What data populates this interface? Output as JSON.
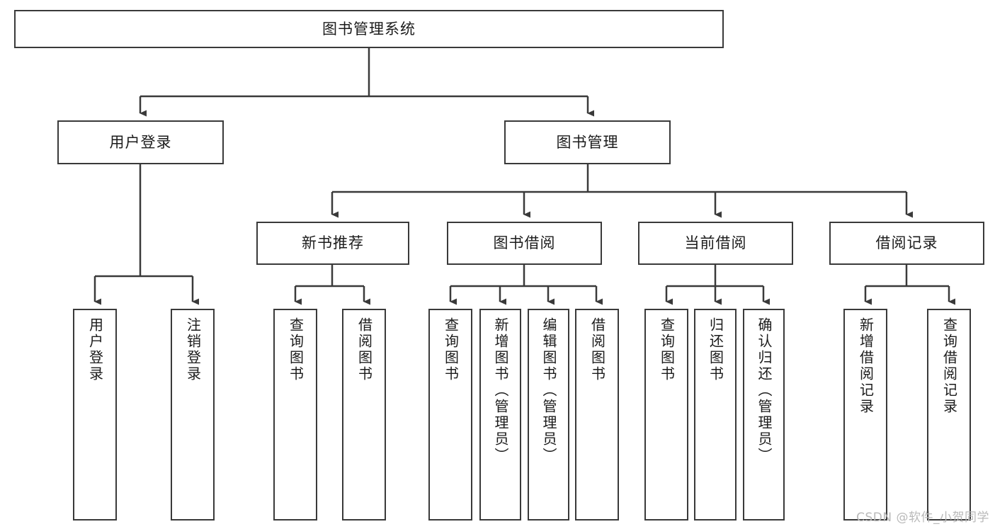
{
  "diagram": {
    "type": "hierarchy-tree",
    "title": "图书管理系统",
    "watermark": "CSDN @软件_小贺同学",
    "colors": {
      "stroke": "#3a3a3a",
      "fill": "#ffffff",
      "text": "#1b1b1b",
      "watermark": "#b9b9b9"
    },
    "levels": {
      "root": {
        "label": "图书管理系统"
      },
      "level2": [
        {
          "id": "user-login",
          "label": "用户登录"
        },
        {
          "id": "book-manage",
          "label": "图书管理"
        }
      ],
      "level3": [
        {
          "id": "new-book-rec",
          "label": "新书推荐",
          "parent": "book-manage"
        },
        {
          "id": "book-borrow",
          "label": "图书借阅",
          "parent": "book-manage"
        },
        {
          "id": "current-borrow",
          "label": "当前借阅",
          "parent": "book-manage"
        },
        {
          "id": "borrow-record",
          "label": "借阅记录",
          "parent": "book-manage"
        }
      ],
      "leaves": [
        {
          "id": "leaf-1",
          "label": "用户登录",
          "parent": "user-login"
        },
        {
          "id": "leaf-2",
          "label": "注销登录",
          "parent": "user-login"
        },
        {
          "id": "leaf-3",
          "label": "查询图书",
          "parent": "new-book-rec"
        },
        {
          "id": "leaf-4",
          "label": "借阅图书",
          "parent": "new-book-rec"
        },
        {
          "id": "leaf-5",
          "label": "查询图书",
          "parent": "book-borrow"
        },
        {
          "id": "leaf-6",
          "label": "新增图书（管理员）",
          "parent": "book-borrow"
        },
        {
          "id": "leaf-7",
          "label": "编辑图书（管理员）",
          "parent": "book-borrow"
        },
        {
          "id": "leaf-8",
          "label": "借阅图书",
          "parent": "book-borrow"
        },
        {
          "id": "leaf-9",
          "label": "查询图书",
          "parent": "current-borrow"
        },
        {
          "id": "leaf-10",
          "label": "归还图书",
          "parent": "current-borrow"
        },
        {
          "id": "leaf-11",
          "label": "确认归还（管理员）",
          "parent": "current-borrow"
        },
        {
          "id": "leaf-12",
          "label": "新增借阅记录",
          "parent": "borrow-record"
        },
        {
          "id": "leaf-13",
          "label": "查询借阅记录",
          "parent": "borrow-record"
        }
      ]
    }
  }
}
